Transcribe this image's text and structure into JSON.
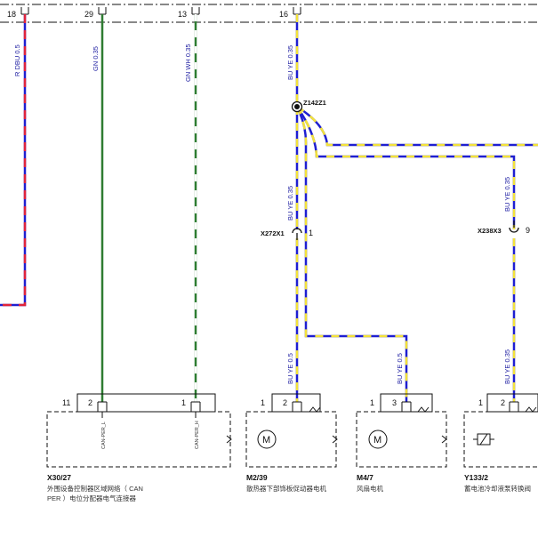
{
  "top_pins": [
    "18",
    "29",
    "13",
    "16"
  ],
  "wire_labels": {
    "w18": "R DBU 0.5",
    "w29": "GN 0.35",
    "w13": "GN WH 0.35",
    "w16": "BU YE 0.35",
    "w16b": "BU YE 0.35",
    "w9": "BU YE 0.35",
    "w_m239": "BU YE 0.5",
    "w_m47": "BU YE 0.5",
    "w_y133": "BU YE 0.35"
  },
  "splice": {
    "name": "Z142Z1"
  },
  "inline_connectors": [
    {
      "name": "X272X1",
      "pin": "1"
    },
    {
      "name": "X238X3",
      "pin": "9"
    }
  ],
  "components": [
    {
      "code": "X30/27",
      "desc_line1": "外围设备控制器区域网络（ CAN",
      "desc_line2": "PER ）电位分配器电气连接器",
      "pins": [
        "11",
        "2",
        "1"
      ],
      "pin_labels": [
        "CAN-PER_L",
        "CAN-PER_H"
      ]
    },
    {
      "code": "M2/39",
      "desc_line1": "散热器下部饰板促动器电机",
      "pins": [
        "1",
        "2"
      ],
      "symbol": "M"
    },
    {
      "code": "M4/7",
      "desc_line1": "风扇电机",
      "pins": [
        "1",
        "3"
      ],
      "symbol": "M"
    },
    {
      "code": "Y133/2",
      "desc_line1": "蓄电池冷却液泵转换阀",
      "pins": [
        "1",
        "2"
      ]
    }
  ],
  "colors": {
    "blue": "#1f1fd0",
    "yellow": "#f3e23a",
    "red": "#e0243a",
    "green": "#2f7d32",
    "white": "#ffffff"
  }
}
